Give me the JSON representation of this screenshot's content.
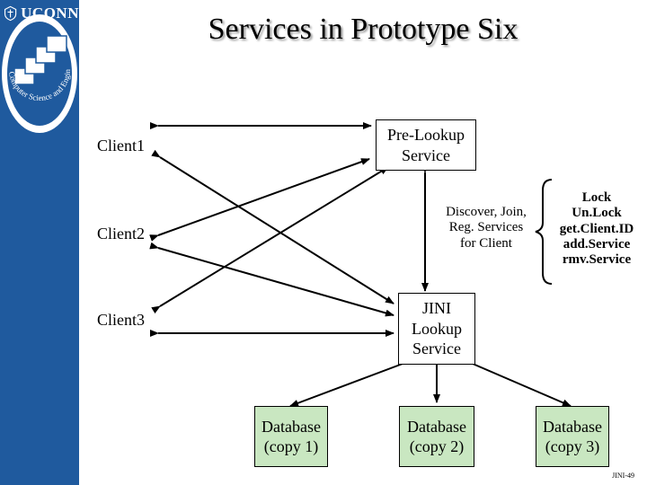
{
  "header": {
    "brand": "UCONN",
    "title": "Services in Prototype Six"
  },
  "logo": {
    "ring_text": "Computer Science and Engineering"
  },
  "clients": [
    "Client1",
    "Client2",
    "Client3"
  ],
  "pre_lookup": "Pre-Lookup\nService",
  "jini_lookup": "JINI\nLookup\nService",
  "annotation": "Discover, Join,\nReg. Services\nfor Client",
  "methods": "Lock\nUn.Lock\nget.Client.ID\nadd.Service\nrmv.Service",
  "databases": [
    "Database\n(copy 1)",
    "Database\n(copy 2)",
    "Database\n(copy 3)"
  ],
  "page_number": "JINI-49",
  "colors": {
    "sidebar": "#1f5a9e",
    "database_fill": "#c9e7c1"
  }
}
